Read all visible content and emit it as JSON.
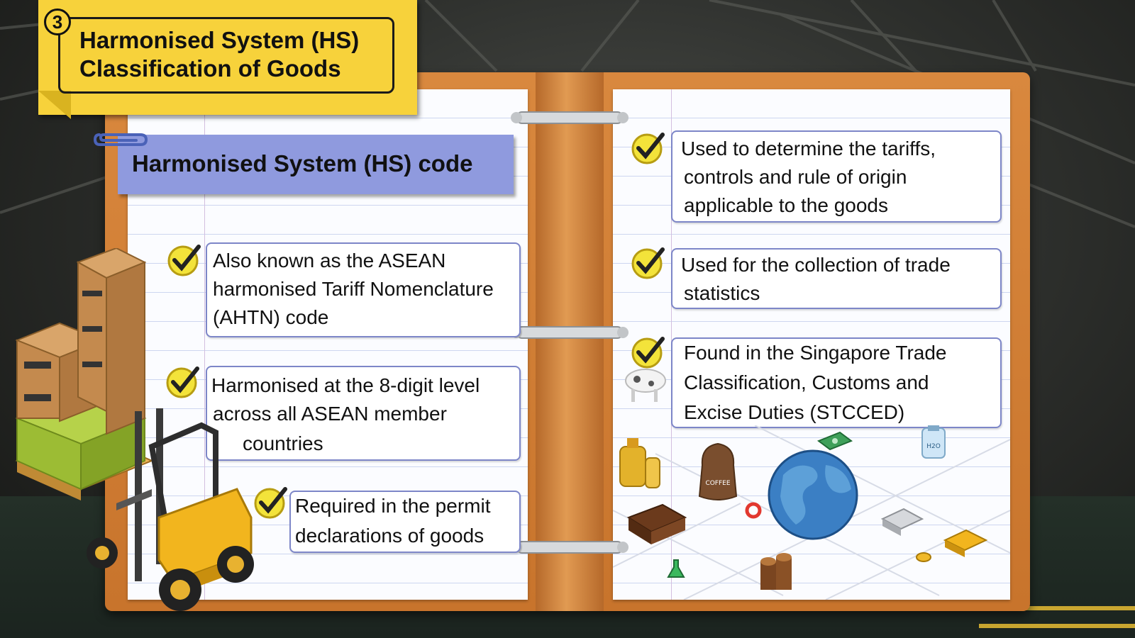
{
  "title": {
    "step_number": "3",
    "line1": "Harmonised System (HS)",
    "line2": "Classification of Goods"
  },
  "banner": {
    "label": "Harmonised System (HS) code"
  },
  "left_points": [
    {
      "lines": [
        "Also known as the ASEAN",
        "harmonised Tariff Nomenclature",
        "(AHTN) code"
      ]
    },
    {
      "lines": [
        "Harmonised at the 8-digit level",
        "across all ASEAN member",
        "countries"
      ]
    },
    {
      "lines": [
        "Required in the permit",
        "declarations of goods"
      ]
    }
  ],
  "right_points": [
    {
      "lines": [
        "Used to determine the tariffs,",
        "controls and rule of origin",
        "applicable to the goods"
      ]
    },
    {
      "lines": [
        "Used for the collection of trade",
        "statistics"
      ]
    },
    {
      "lines": [
        "Found in the Singapore Trade",
        "Classification, Customs and",
        "Excise Duties (STCCED)"
      ]
    }
  ],
  "illustration_labels": {
    "coffee_sack": "COFFEE",
    "water_bottle": "H2O"
  },
  "colors": {
    "note_yellow": "#f7d23b",
    "banner_blue": "#8f9ade",
    "binder_orange": "#d9883e",
    "box_border": "#7d86c8",
    "check_yellow": "#f3e33a"
  },
  "icons": [
    "check-icon",
    "paperclip-icon",
    "globe-icon",
    "forklift-icon",
    "boxes-icon"
  ]
}
